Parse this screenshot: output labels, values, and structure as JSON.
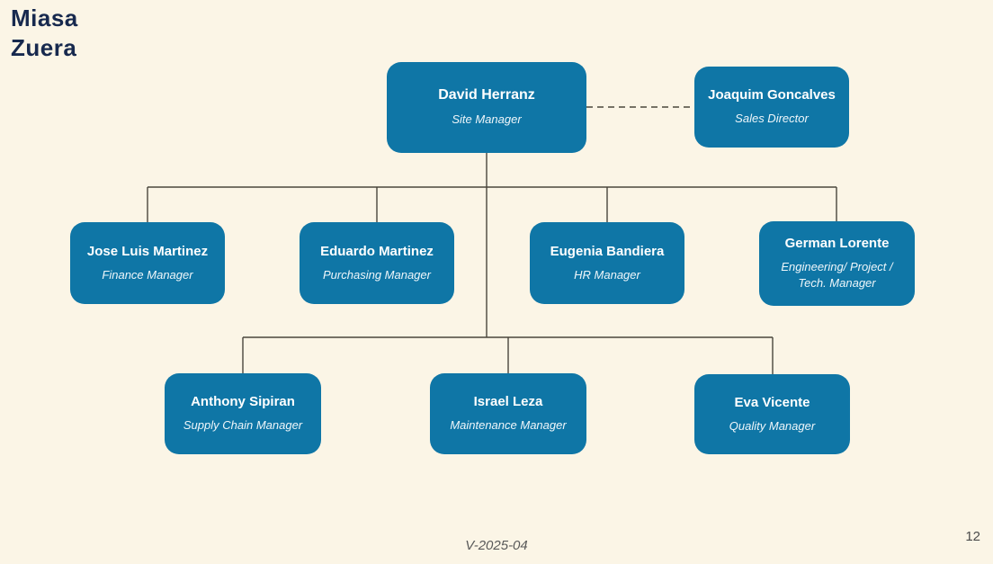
{
  "page": {
    "title_line1": "Miasa",
    "title_line2": "Zuera",
    "footer_version": "V-2025-04",
    "page_number": "12"
  },
  "colors": {
    "background": "#fbf5e6",
    "node_fill": "#0f76a6",
    "node_text": "#ffffff",
    "title_text": "#17294e",
    "connector": "#4a463c",
    "footer_text": "#595959"
  },
  "org_chart": {
    "root": {
      "name": "David Herranz",
      "role": "Site Manager"
    },
    "dotted_peer": {
      "name": "Joaquim Goncalves",
      "role": "Sales Director"
    },
    "level2": [
      {
        "name": "Jose Luis Martinez",
        "role": "Finance Manager"
      },
      {
        "name": "Eduardo Martinez",
        "role": "Purchasing Manager"
      },
      {
        "name": "Eugenia Bandiera",
        "role": "HR Manager"
      },
      {
        "name": "German Lorente",
        "role": "Engineering/ Project / Tech. Manager"
      }
    ],
    "level3": [
      {
        "name": "Anthony Sipiran",
        "role": "Supply Chain Manager"
      },
      {
        "name": "Israel Leza",
        "role": "Maintenance Manager"
      },
      {
        "name": "Eva Vicente",
        "role": "Quality Manager"
      }
    ]
  }
}
